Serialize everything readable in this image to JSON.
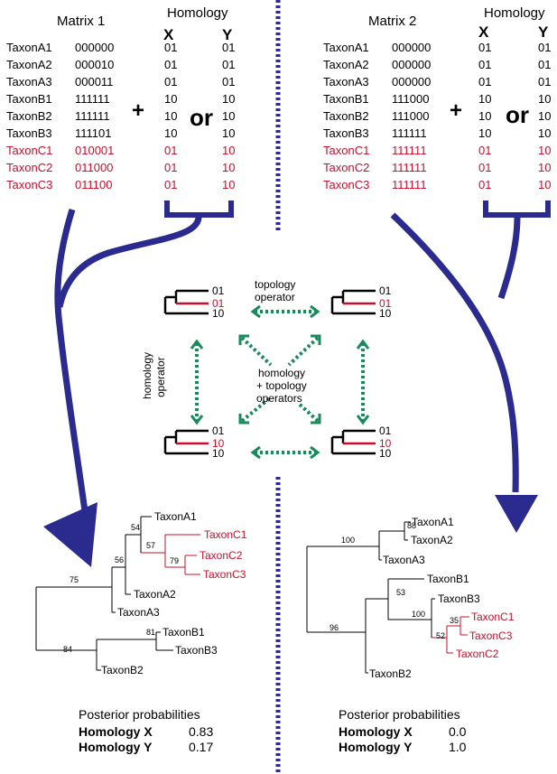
{
  "colors": {
    "navy": "#2b2a8f",
    "green": "#1a8a5a",
    "red": "#c8102e",
    "black": "#000000"
  },
  "left": {
    "matrix_title": "Matrix 1",
    "homology_title": "Homology",
    "hx": "X",
    "hy": "Y",
    "plus": "+",
    "or": "or",
    "rows": [
      {
        "taxon": "TaxonA1",
        "code": "000000",
        "x": "01",
        "y": "01",
        "red": false
      },
      {
        "taxon": "TaxonA2",
        "code": "000010",
        "x": "01",
        "y": "01",
        "red": false
      },
      {
        "taxon": "TaxonA3",
        "code": "000011",
        "x": "01",
        "y": "01",
        "red": false
      },
      {
        "taxon": "TaxonB1",
        "code": "111111",
        "x": "10",
        "y": "10",
        "red": false
      },
      {
        "taxon": "TaxonB2",
        "code": "111111",
        "x": "10",
        "y": "10",
        "red": false
      },
      {
        "taxon": "TaxonB3",
        "code": "111101",
        "x": "10",
        "y": "10",
        "red": false
      },
      {
        "taxon": "TaxonC1",
        "code": "010001",
        "x": "01",
        "y": "10",
        "red": true
      },
      {
        "taxon": "TaxonC2",
        "code": "011000",
        "x": "01",
        "y": "10",
        "red": true
      },
      {
        "taxon": "TaxonC3",
        "code": "011100",
        "x": "01",
        "y": "10",
        "red": true
      }
    ],
    "tree": {
      "leaves": [
        "TaxonA1",
        "TaxonC1",
        "TaxonC2",
        "TaxonC3",
        "TaxonA2",
        "TaxonA3",
        "TaxonB1",
        "TaxonB3",
        "TaxonB2"
      ],
      "supports": [
        "54",
        "57",
        "79",
        "56",
        "75",
        "81",
        "84"
      ]
    },
    "pp_title": "Posterior probabilities",
    "pp_x_label": "Homology X",
    "pp_x_value": "0.83",
    "pp_y_label": "Homology Y",
    "pp_y_value": "0.17"
  },
  "right": {
    "matrix_title": "Matrix 2",
    "homology_title": "Homology",
    "hx": "X",
    "hy": "Y",
    "plus": "+",
    "or": "or",
    "rows": [
      {
        "taxon": "TaxonA1",
        "code": "000000",
        "x": "01",
        "y": "01",
        "red": false
      },
      {
        "taxon": "TaxonA2",
        "code": "000000",
        "x": "01",
        "y": "01",
        "red": false
      },
      {
        "taxon": "TaxonA3",
        "code": "000000",
        "x": "01",
        "y": "01",
        "red": false
      },
      {
        "taxon": "TaxonB1",
        "code": "111000",
        "x": "10",
        "y": "10",
        "red": false
      },
      {
        "taxon": "TaxonB2",
        "code": "111000",
        "x": "10",
        "y": "10",
        "red": false
      },
      {
        "taxon": "TaxonB3",
        "code": "111111",
        "x": "10",
        "y": "10",
        "red": false
      },
      {
        "taxon": "TaxonC1",
        "code": "111111",
        "x": "01",
        "y": "10",
        "red": true
      },
      {
        "taxon": "TaxonC2",
        "code": "111111",
        "x": "01",
        "y": "10",
        "red": true
      },
      {
        "taxon": "TaxonC3",
        "code": "111111",
        "x": "01",
        "y": "10",
        "red": true
      }
    ],
    "tree": {
      "leaves": [
        "TaxonA1",
        "TaxonA2",
        "TaxonA3",
        "TaxonB1",
        "TaxonB3",
        "TaxonC1",
        "TaxonC3",
        "TaxonC2",
        "TaxonB2"
      ],
      "supports": [
        "88",
        "100",
        "53",
        "100",
        "35",
        "52",
        "96"
      ]
    },
    "pp_title": "Posterior probabilities",
    "pp_x_label": "Homology X",
    "pp_x_value": "0.0",
    "pp_y_label": "Homology Y",
    "pp_y_value": "1.0"
  },
  "center": {
    "topology_operator": [
      "topology",
      "operator"
    ],
    "homology_operator": [
      "homology",
      "operator"
    ],
    "combined_operator": [
      "homology",
      "+ topology",
      "operators"
    ],
    "mini_trees": [
      {
        "labels": [
          "01",
          "01",
          "10"
        ],
        "red_index": 1
      },
      {
        "labels": [
          "01",
          "01",
          "10"
        ],
        "red_index": 1
      },
      {
        "labels": [
          "01",
          "10",
          "10"
        ],
        "red_index": 1
      },
      {
        "labels": [
          "01",
          "10",
          "10"
        ],
        "red_index": 1
      }
    ]
  }
}
